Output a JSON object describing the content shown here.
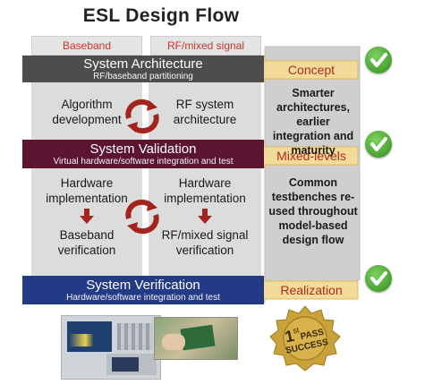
{
  "title": "ESL Design Flow",
  "lanes": {
    "left": "Baseband",
    "right": "RF/mixed signal"
  },
  "stages": {
    "architecture": {
      "title": "System Architecture",
      "subtitle": "RF/baseband partitioning",
      "color": "#4d4d4d"
    },
    "validation": {
      "title": "System Validation",
      "subtitle": "Virtual hardware/software integration and test",
      "color": "#5b1530"
    },
    "verification": {
      "title": "System Verification",
      "subtitle": "Hardware/software integration and test",
      "color": "#233a86"
    }
  },
  "nodes": {
    "algorithm": "Algorithm development",
    "rf_arch": "RF system architecture",
    "hw_left": "Hardware implementation",
    "hw_right": "Hardware implementation",
    "bb_verif": "Baseband verification",
    "rf_verif": "RF/mixed signal verification"
  },
  "side": {
    "concept": "Concept",
    "mixed": "Mixed-levels",
    "realization": "Realization",
    "text1": "Smarter architectures, earlier integration and maturity",
    "text2": "Common testbenches re-used throughout model-based design flow"
  },
  "badge": {
    "line1": "1",
    "sup": "st",
    "line2": "PASS",
    "line3": "SUCCESS"
  },
  "icons": {
    "check": "checkmark-icon",
    "cycle": "cycle-arrows-icon",
    "down": "down-arrow-icon"
  },
  "colors": {
    "accent_red": "#b0291f",
    "lane_gray": "#dcdcdc",
    "check_green": "#3a9a2a",
    "gold": "#c9a23a"
  }
}
